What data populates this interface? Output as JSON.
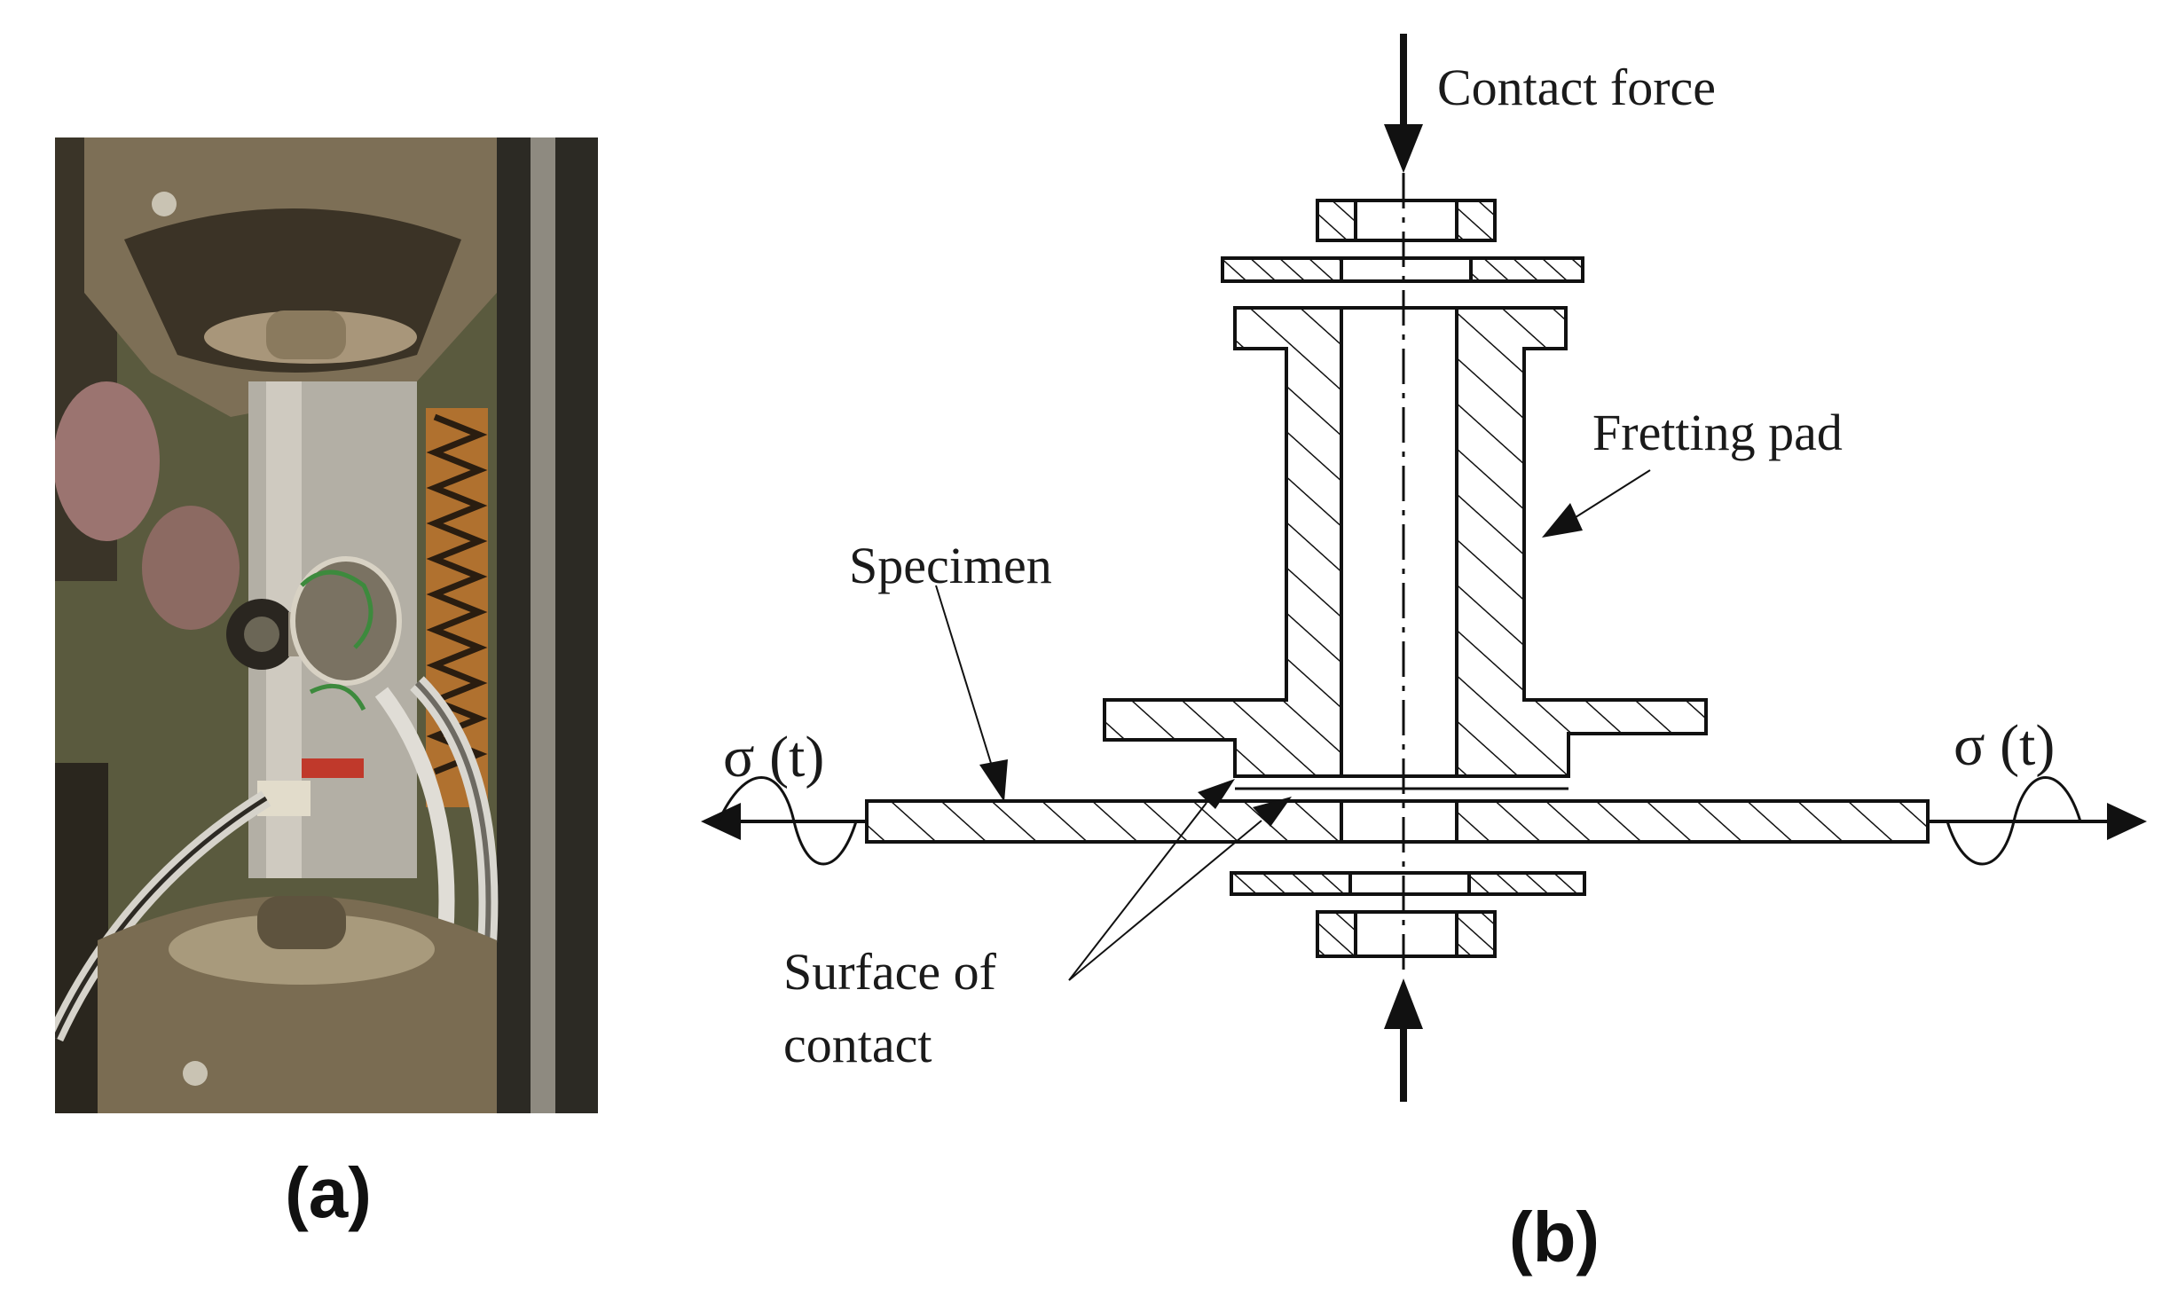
{
  "panel_a": {
    "caption": "(a)"
  },
  "panel_b": {
    "caption": "(b)",
    "labels": {
      "contact_force": "Contact force",
      "fretting_pad": "Fretting pad",
      "specimen": "Specimen",
      "surface_of_contact_line1": "Surface of",
      "surface_of_contact_line2": "contact",
      "sigma_left": "σ (t)",
      "sigma_right": "σ (t)"
    }
  },
  "colors": {
    "line": "#111111",
    "photo_olive": "#6b6b4a",
    "photo_dark": "#2e2a22",
    "photo_metal": "#b8b4a8",
    "photo_rose": "#a07a74",
    "photo_orange": "#c8803a"
  }
}
